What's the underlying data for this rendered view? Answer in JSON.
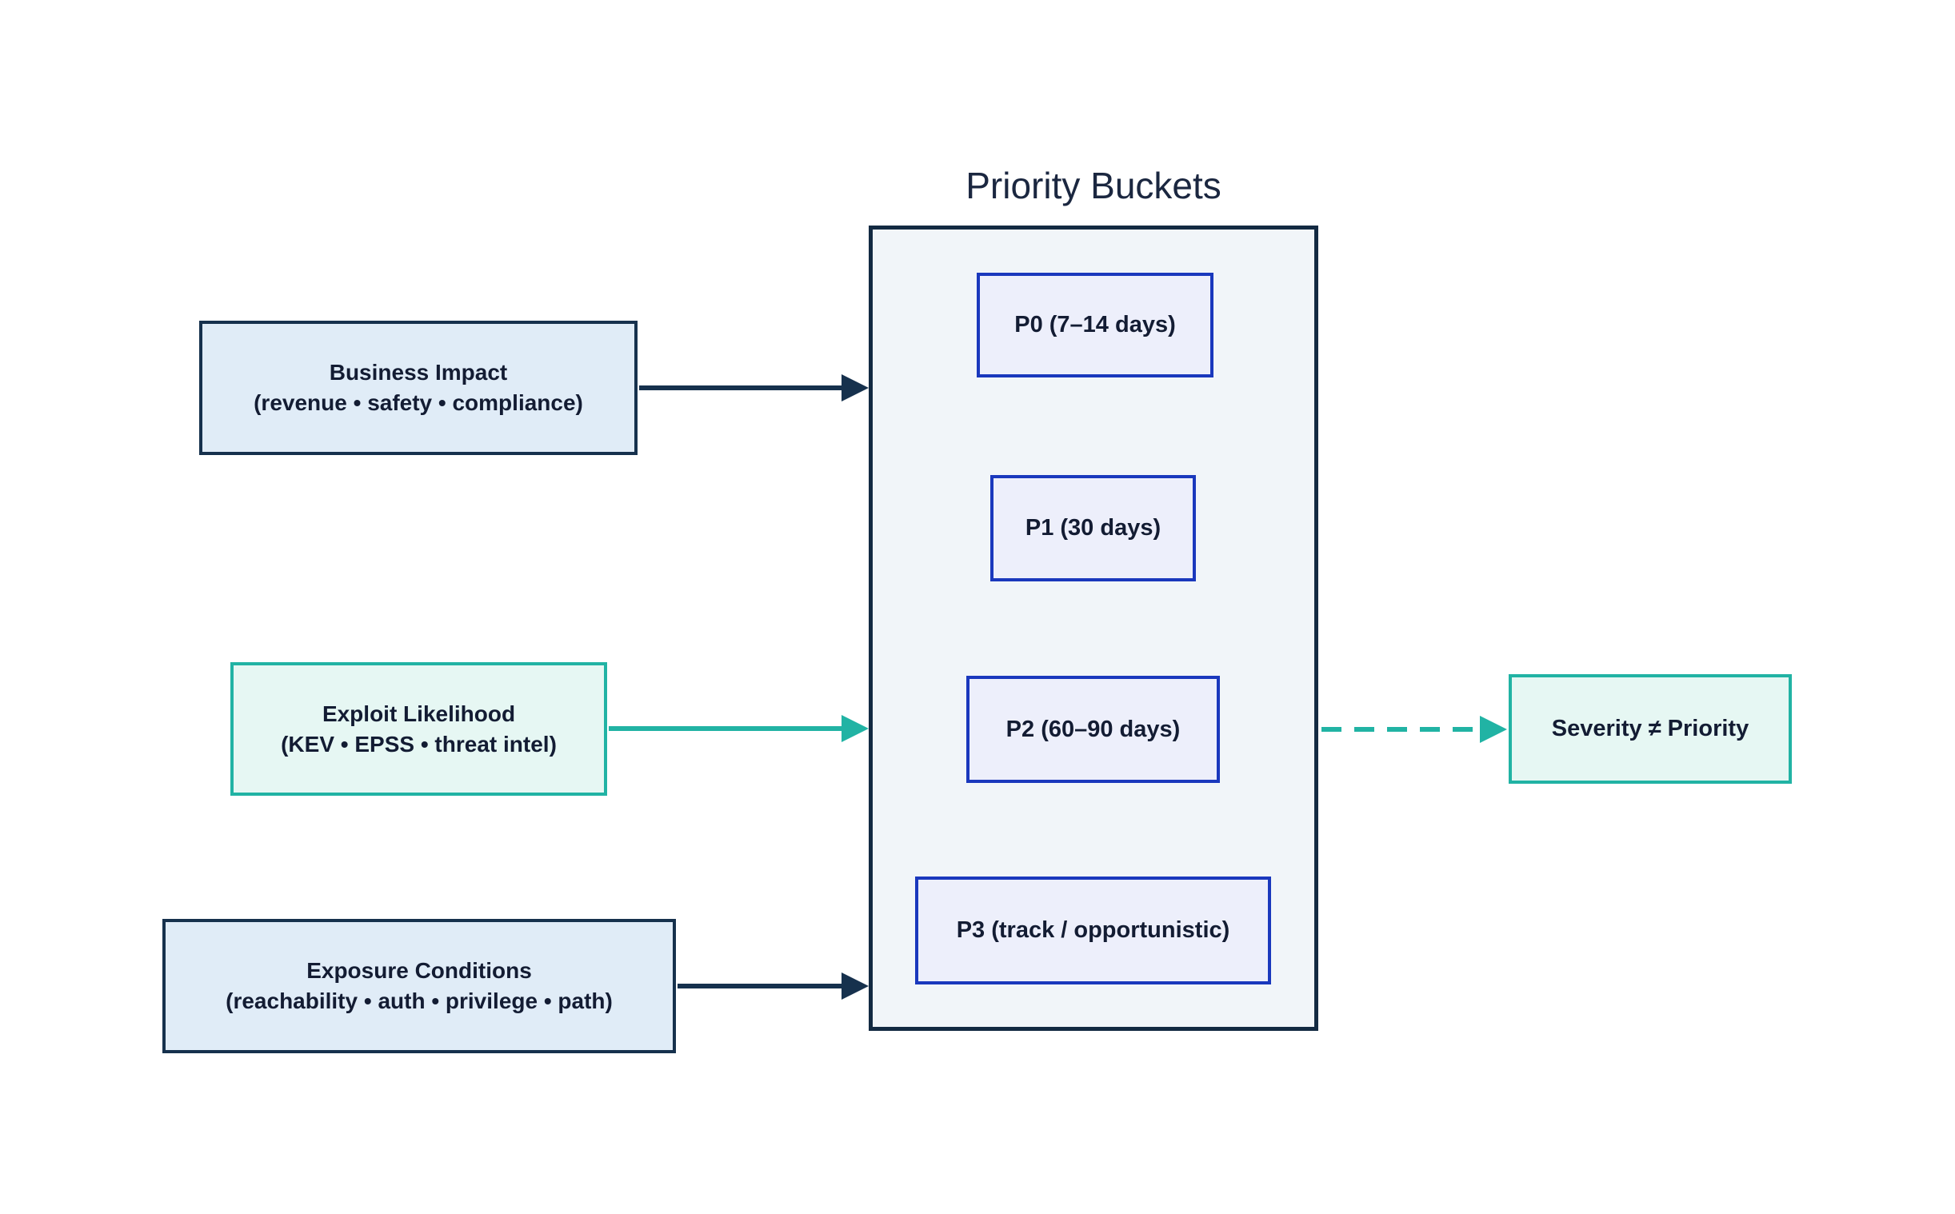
{
  "title": "Priority Buckets",
  "inputs": [
    {
      "name": "business-impact",
      "line1": "Business Impact",
      "line2": "(revenue • safety • compliance)"
    },
    {
      "name": "exploit-likelihood",
      "line1": "Exploit Likelihood",
      "line2": "(KEV • EPSS • threat intel)"
    },
    {
      "name": "exposure-conditions",
      "line1": "Exposure Conditions",
      "line2": "(reachability • auth • privilege • path)"
    }
  ],
  "buckets": [
    {
      "label": "P0 (7–14 days)"
    },
    {
      "label": "P1 (30 days)"
    },
    {
      "label": "P2 (60–90 days)"
    },
    {
      "label": "P3 (track / opportunistic)"
    }
  ],
  "note": {
    "label": "Severity ≠ Priority"
  },
  "colors": {
    "navy": "#16314d",
    "navy_fill": "#e0ecf7",
    "teal": "#21b3a4",
    "teal_fill": "#e6f7f3",
    "blue": "#1a38bd",
    "blue_fill": "#edeffb",
    "panel_border": "#132a42",
    "panel_fill": "#f1f5f9",
    "ink": "#131c33",
    "background": "#ffffff"
  }
}
